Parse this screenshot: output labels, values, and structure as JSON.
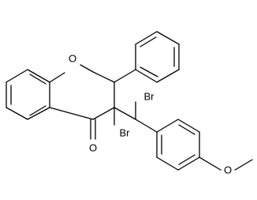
{
  "structure": {
    "atom_labels": {
      "ring_oxygen": "O",
      "bromine_upper": "Br",
      "bromine_lower": "Br",
      "carbonyl_oxygen": "O",
      "methoxy_oxygen": "O"
    }
  }
}
